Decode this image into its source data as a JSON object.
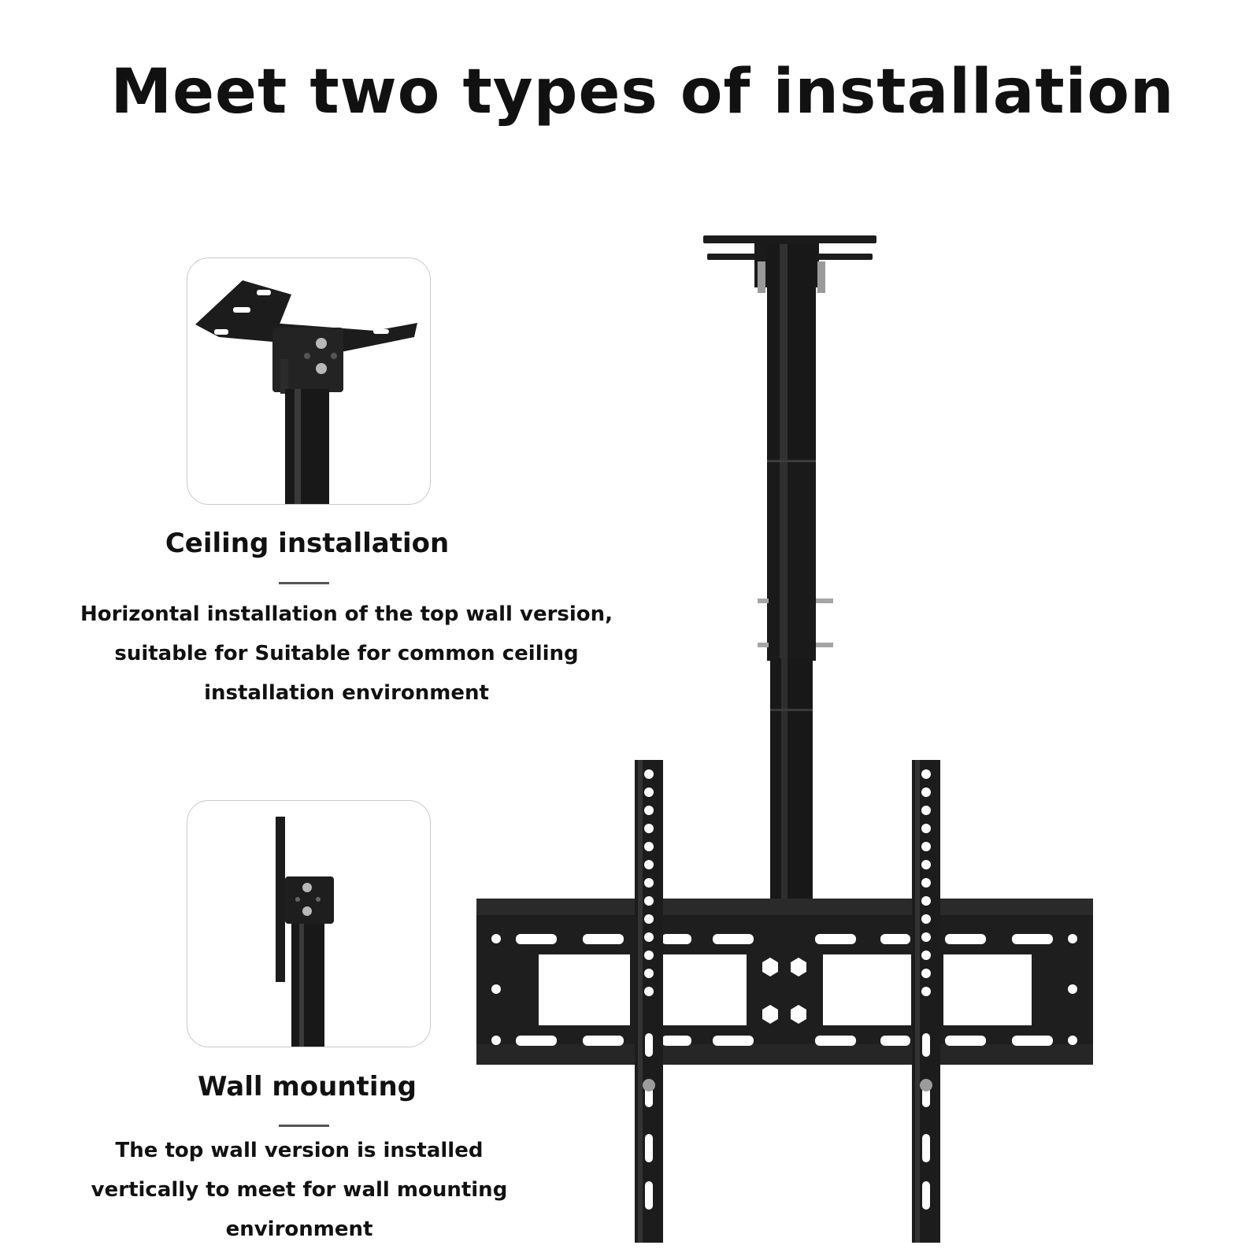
{
  "headline": "Meet two types of installation",
  "ceiling": {
    "title": "Ceiling installation",
    "lines": [
      "Horizontal installation of the top wall version,",
      "suitable for Suitable for common ceiling",
      "installation environment"
    ]
  },
  "wall": {
    "title": "Wall mounting",
    "lines": [
      "The top wall version is installed",
      "vertically to meet for wall mounting",
      "environment"
    ]
  },
  "colors": {
    "text": "#111111",
    "metal": "#1c1c1c",
    "card_border": "#c9c9c9"
  }
}
